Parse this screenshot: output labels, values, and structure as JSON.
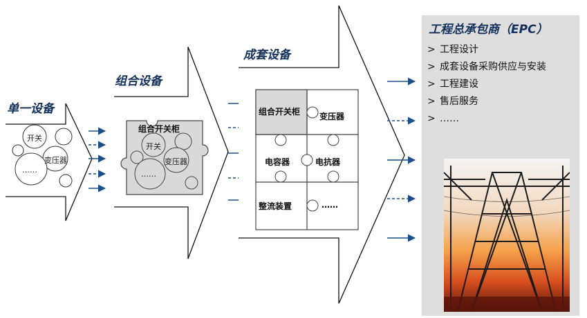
{
  "stages": {
    "single": {
      "title": "单一设备",
      "items": {
        "switch": "开关",
        "transformer": "变压器",
        "ellipsis": "……"
      }
    },
    "combined": {
      "title": "组合设备",
      "header": "组合开关柜",
      "items": {
        "switch": "开关",
        "transformer": "变压器",
        "ellipsis": "……"
      }
    },
    "complete": {
      "title": "成套设备",
      "pieces": {
        "switchgear": "组合开关柜",
        "transformer": "变压器",
        "capacitor": "电容器",
        "reactor": "电抗器",
        "rectifier": "整流装置",
        "ellipsis": "……"
      }
    }
  },
  "epc": {
    "title": "工程总承包商（EPC）",
    "bullet": ">",
    "items": [
      "工程设计",
      "成套设备采购供应与安装",
      "工程建设",
      "售后服务",
      "……"
    ]
  },
  "colors": {
    "title": "#12305a",
    "arrow": "#1a4f8a",
    "panel": "#dedede",
    "puzzle_fill": "#d9d9d9",
    "photo_sky_top": "#f4f4f4",
    "photo_glow": "#f5a24a",
    "photo_ground": "#5a140a"
  }
}
